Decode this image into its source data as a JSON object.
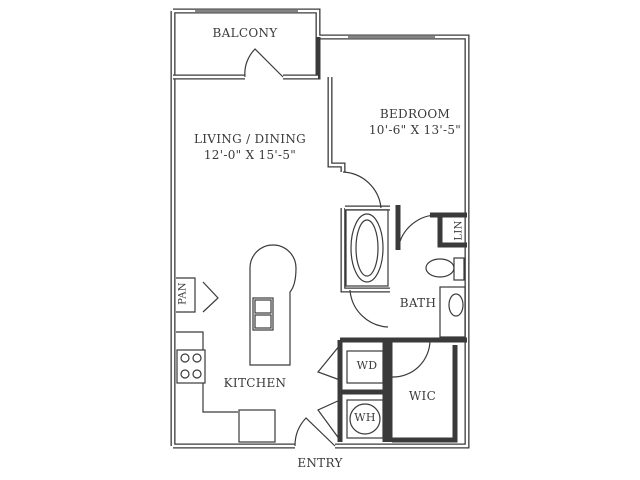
{
  "rooms": {
    "balcony": {
      "name": "BALCONY"
    },
    "living": {
      "name": "LIVING / DINING",
      "size": "12'-0\" X 15'-5\""
    },
    "bedroom": {
      "name": "BEDROOM",
      "size": "10'-6\" X 13'-5\""
    },
    "bath": {
      "name": "BATH"
    },
    "kitchen": {
      "name": "KITCHEN"
    },
    "wic": {
      "name": "WIC"
    },
    "entry": {
      "name": "ENTRY"
    },
    "pantry": {
      "name": "PAN"
    },
    "linen": {
      "name": "LIN"
    },
    "washer_dryer": {
      "name": "WD"
    },
    "water_heater": {
      "name": "WH"
    }
  }
}
